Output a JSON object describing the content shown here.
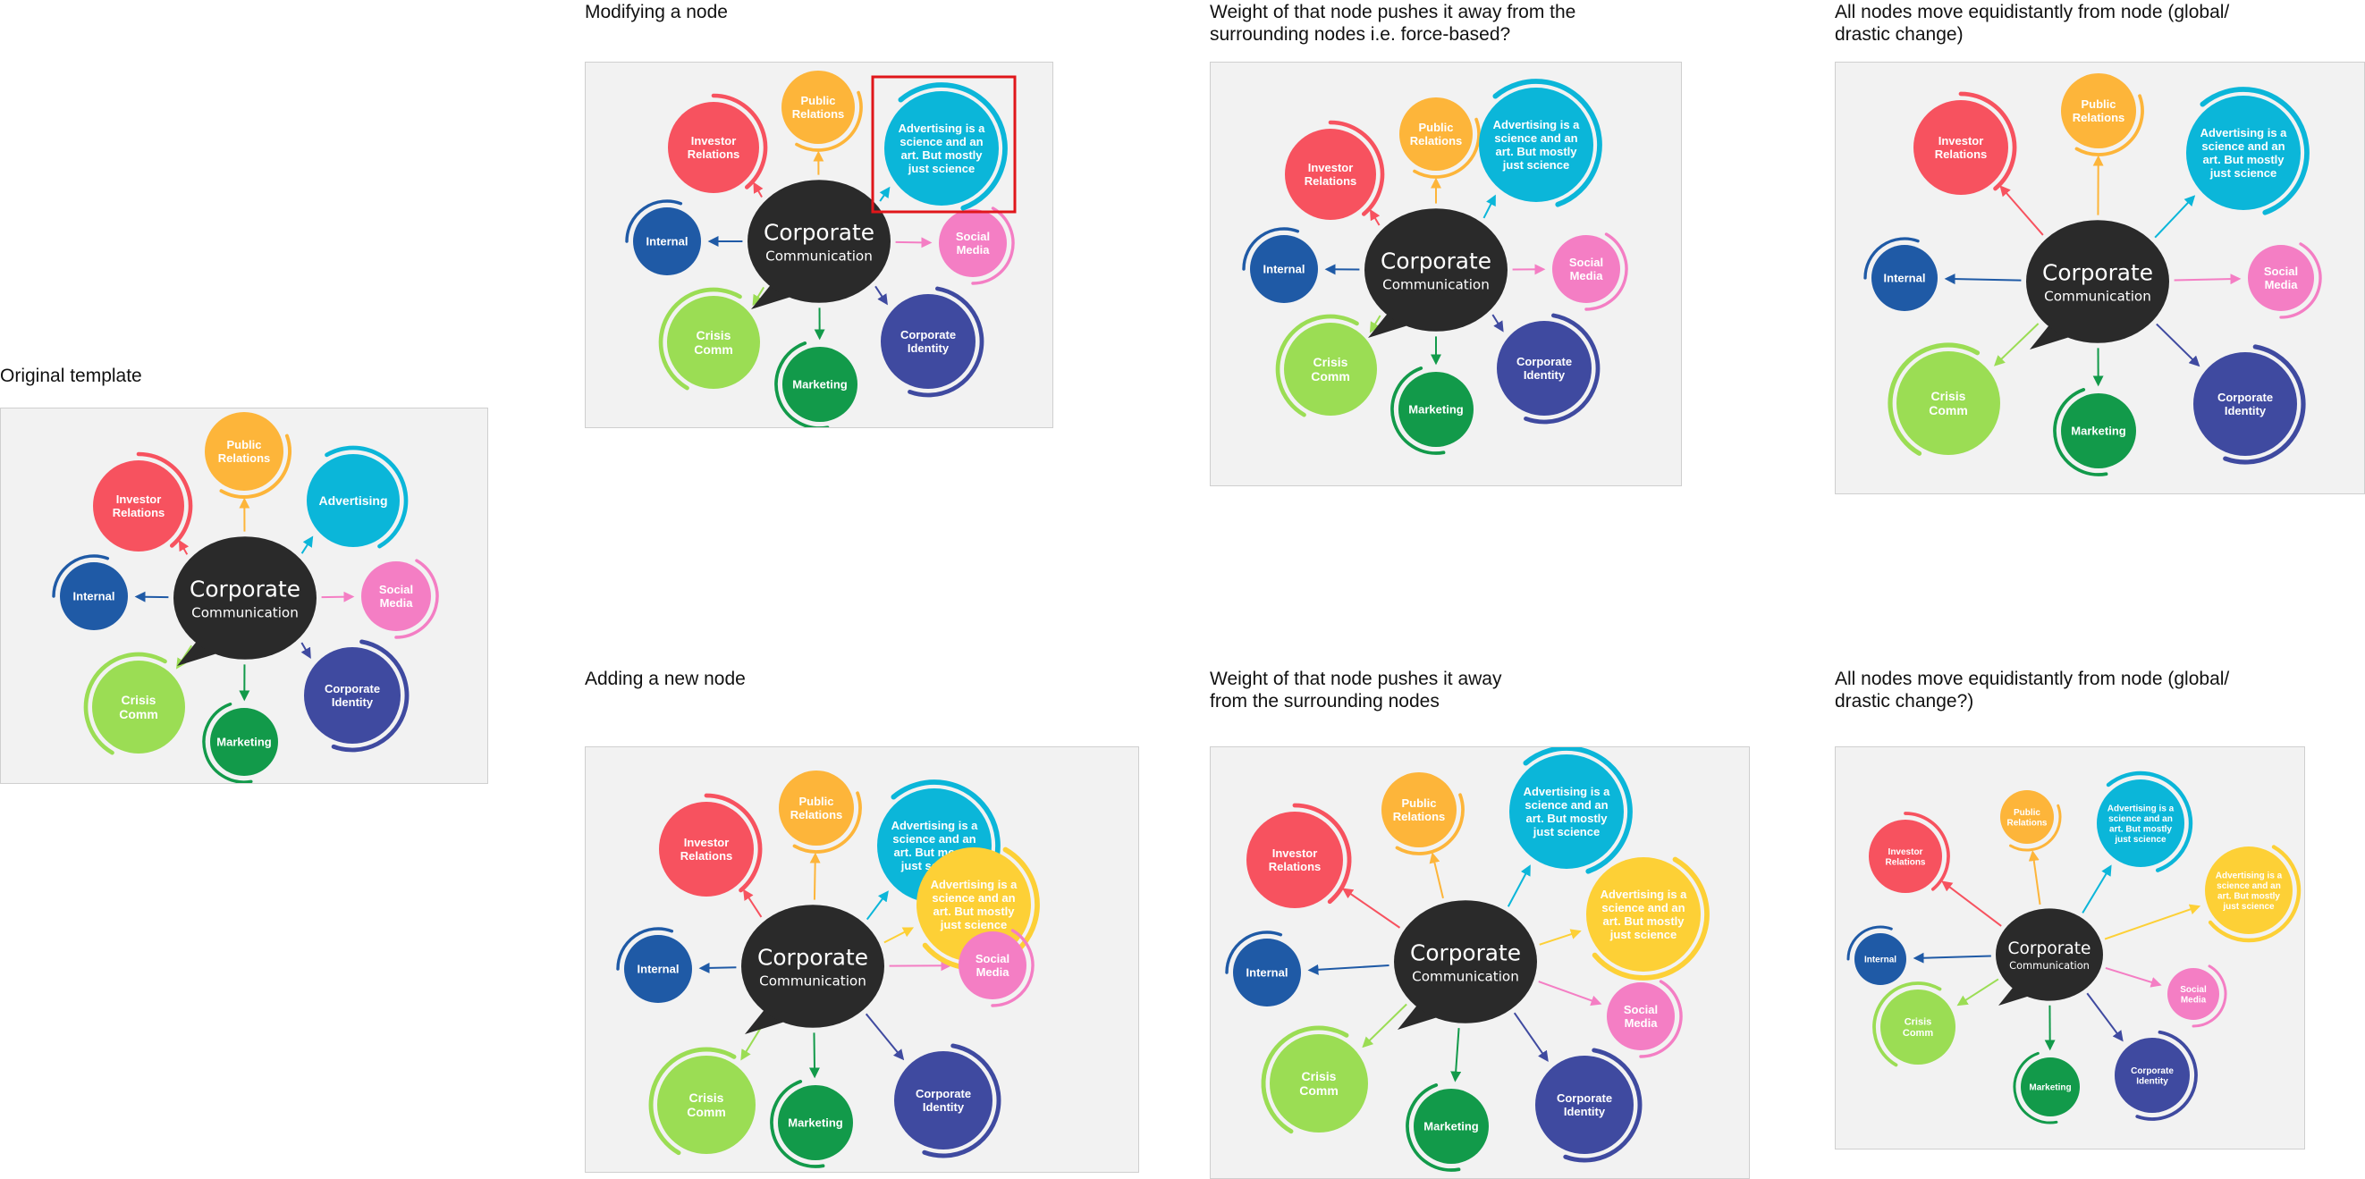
{
  "colors": {
    "investor": "#f7525f",
    "public": "#fdb53a",
    "advertising": "#0bb6d9",
    "social": "#f47ec4",
    "identity": "#3f4aa0",
    "marketing": "#129a4a",
    "crisis": "#9bdd54",
    "internal": "#1f5aa6",
    "added": "#fdd036",
    "hub": "#2a2a2a",
    "frame_bg": "#f2f2f2",
    "highlight": "#e0161a"
  },
  "labels": {
    "hub_main": "Corporate",
    "hub_sub": "Communication",
    "investor": "Investor\nRelations",
    "public": "Public\nRelations",
    "advertising": "Advertising",
    "advertising_long": "Advertising is a\nscience and an\nart. But mostly\njust science",
    "social": "Social\nMedia",
    "identity": "Corporate\nIdentity",
    "marketing": "Marketing",
    "crisis": "Crisis\nComm",
    "internal": "Internal"
  },
  "frames": [
    {
      "id": "original",
      "title": "Original template"
    },
    {
      "id": "modify",
      "title": "Modifying a node"
    },
    {
      "id": "modify-force",
      "title": "Weight of that node pushes it away from the\nsurrounding nodes i.e. force-based?"
    },
    {
      "id": "modify-global",
      "title": "All nodes move equidistantly from node (global/\ndrastic change)"
    },
    {
      "id": "add",
      "title": "Adding a new node"
    },
    {
      "id": "add-force",
      "title": "Weight of that node pushes it away\nfrom the surrounding nodes"
    },
    {
      "id": "add-global",
      "title": "All nodes move equidistantly from node (global/\ndrastic change?)"
    }
  ]
}
